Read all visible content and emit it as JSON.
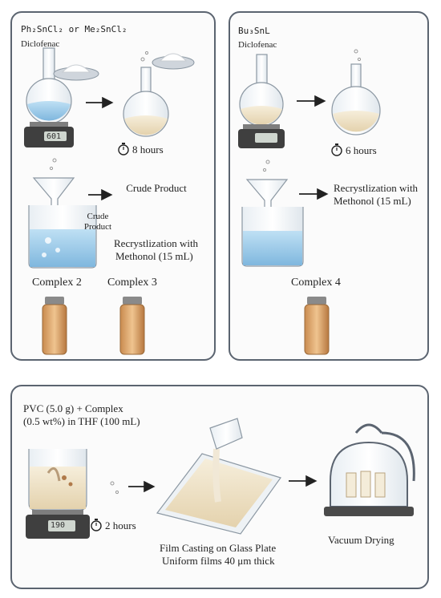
{
  "left_panel": {
    "reagent": "Ph₂SnCl₂ or Me₂SnCl₂",
    "drug": "Diclofenac",
    "time": "8 hours",
    "crude_side": "Crude Product",
    "crude_funnel": "Crude Product",
    "recryst": "Recrystlization with",
    "solvent": "Methonol (15 mL)",
    "complex_a": "Complex 2",
    "complex_b": "Complex 3",
    "balance_reading": "601"
  },
  "right_panel": {
    "reagent": "Bu₃SnL",
    "drug": "Diclofenac",
    "time": "6 hours",
    "recryst": "Recrystlization with",
    "solvent": "Methonol (15 mL)",
    "complex": "Complex 4"
  },
  "bottom_panel": {
    "mix_line1": "PVC (5.0 g) + Complex",
    "mix_line2": "(0.5 wt%) in THF (100 mL)",
    "time": "2 hours",
    "cast_line1": "Film Casting on Glass Plate",
    "cast_line2": "Uniform films 40 μm thick",
    "dry": "Vacuum Drying",
    "balance_reading": "190"
  },
  "colors": {
    "border": "#5b6470",
    "liquid_blue": "#a9cfe9",
    "liquid_cream": "#efe3c9",
    "crystals": "#d9a46a"
  }
}
